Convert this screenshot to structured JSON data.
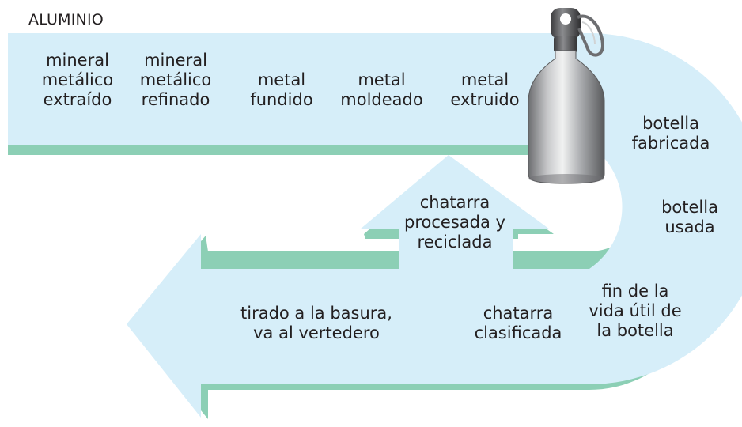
{
  "title": "ALUMINIO",
  "stages": {
    "extracted_ore": "mineral\nmetálico\nextraído",
    "refined_ore": "mineral\nmetálico\nrefinado",
    "molten_metal": "metal\nfundido",
    "molded_metal": "metal\nmoldeado",
    "extruded_metal": "metal\nextruido",
    "bottle_made": "botella\nfabricada",
    "bottle_used": "botella\nusada",
    "end_of_life": "fin de la\nvida útil de\nla botella",
    "scrap_sorted": "chatarra\nclasificada",
    "landfill": "tirado a la basura,\nva al vertedero",
    "recycled": "chatarra\nprocesada y\nreciclada"
  },
  "colors": {
    "arrow_fill": "#d6eef9",
    "arrow_shadow": "#8ccfb5",
    "bottle_body": "#a7a9ac",
    "bottle_cap": "#4d4d4f"
  },
  "icons": {
    "bottle": "aluminum-bottle-icon"
  }
}
